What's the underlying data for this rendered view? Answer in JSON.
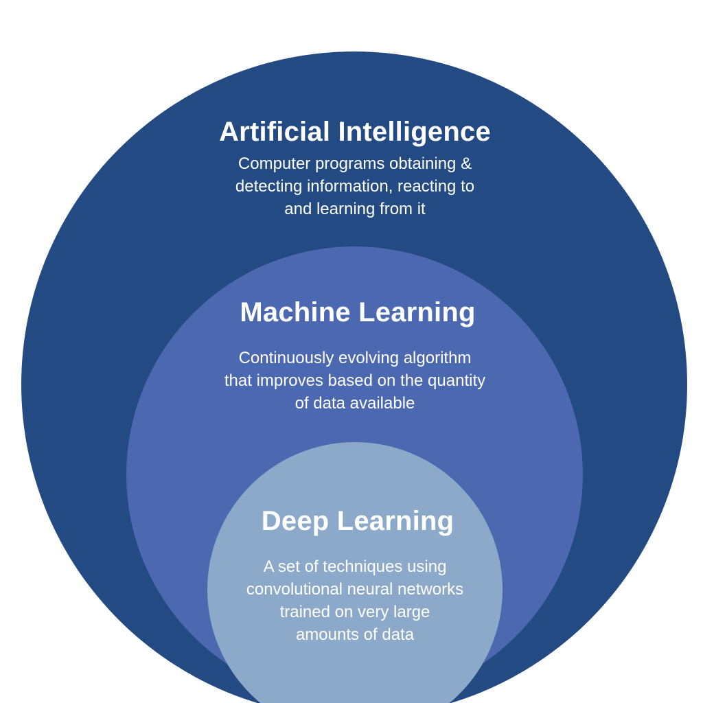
{
  "colors": {
    "background": "#ffffff",
    "outer": "#244a84",
    "middle": "#4b68b0",
    "inner": "#8ca9c9",
    "text": "#ffffff"
  },
  "diagram": {
    "layers": [
      {
        "title": "Artificial Intelligence",
        "description": "Computer programs obtaining &\ndetecting information, reacting to\nand learning from it"
      },
      {
        "title": "Machine Learning",
        "description": "Continuously evolving algorithm\nthat improves based on the quantity\nof data available"
      },
      {
        "title": "Deep Learning",
        "description": "A set of techniques using\nconvolutional neural networks\ntrained on very large\namounts of data"
      }
    ]
  }
}
